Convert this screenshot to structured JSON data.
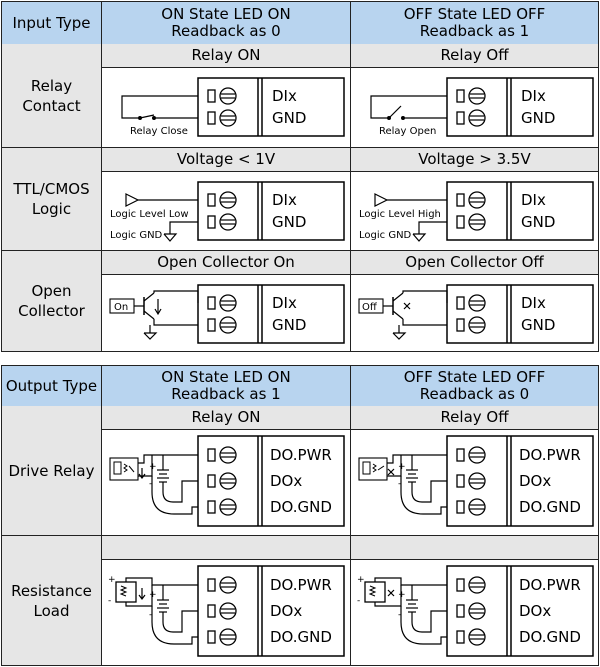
{
  "input_table": {
    "header": {
      "type": "Input Type",
      "on": "ON State LED ON\nReadback as 0",
      "off": "OFF State LED OFF\nReadback as 1"
    },
    "rows": [
      {
        "label": "Relay\nContact",
        "on_title": "Relay ON",
        "off_title": "Relay Off",
        "on_caption": "Relay Close",
        "off_caption": "Relay Open",
        "terminals": [
          "DIx",
          "GND"
        ]
      },
      {
        "label": "TTL/CMOS\nLogic",
        "on_title": "Voltage < 1V",
        "off_title": "Voltage > 3.5V",
        "on_level": "Logic Level Low",
        "off_level": "Logic Level High",
        "gnd_label": "Logic GND",
        "terminals": [
          "DIx",
          "GND"
        ]
      },
      {
        "label": "Open\nCollector",
        "on_title": "Open Collector On",
        "off_title": "Open Collector Off",
        "on_switch": "On",
        "off_switch": "Off",
        "terminals": [
          "DIx",
          "GND"
        ]
      }
    ]
  },
  "output_table": {
    "header": {
      "type": "Output Type",
      "on": "ON State LED ON\nReadback as 1",
      "off": "OFF State LED OFF\nReadback as 0"
    },
    "rows": [
      {
        "label": "Drive Relay",
        "on_title": "Relay ON",
        "off_title": "Relay Off",
        "terminals": [
          "DO.PWR",
          "DOx",
          "DO.GND"
        ]
      },
      {
        "label": "Resistance\nLoad",
        "on_title": "",
        "off_title": "",
        "terminals": [
          "DO.PWR",
          "DOx",
          "DO.GND"
        ]
      }
    ]
  },
  "colors": {
    "header_bg": "#b8d4ef",
    "label_bg": "#e6e6e6",
    "border": "#222222"
  }
}
